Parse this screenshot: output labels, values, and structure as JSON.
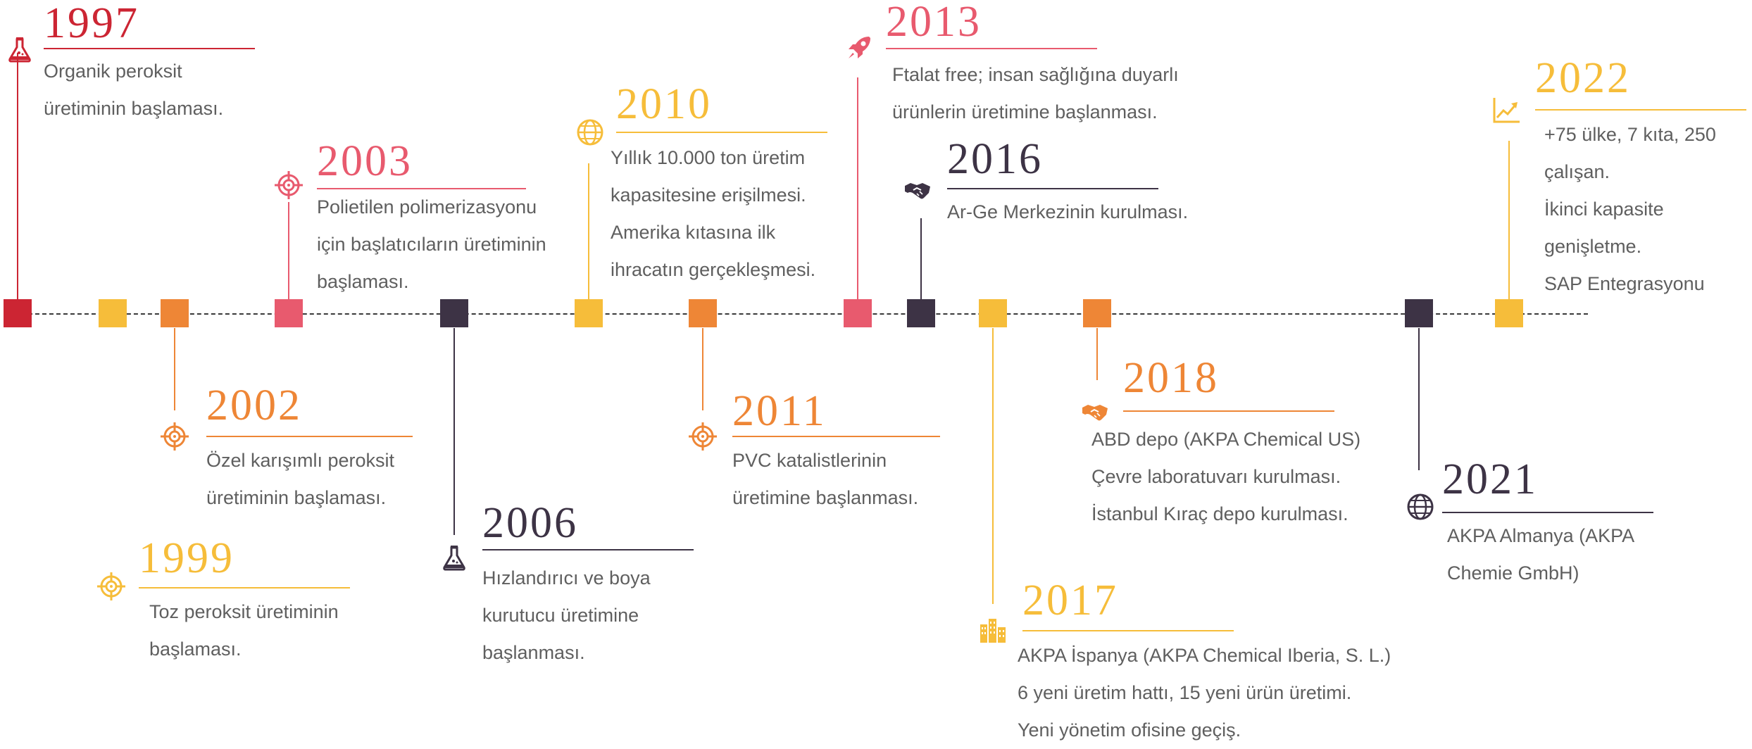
{
  "colors": {
    "red": "#cc2533",
    "pink": "#e85a6e",
    "orange": "#ee8636",
    "yellow": "#f6bd3a",
    "dark": "#3d3345",
    "line": "#3a3a3a",
    "text": "#5f5f5f"
  },
  "events": [
    {
      "year": "1997",
      "text": "Organik peroksit\nüretiminin başlaması.",
      "color": "red",
      "icon": "flask-icon",
      "side": "top"
    },
    {
      "year": "1999",
      "text": "Toz peroksit üretiminin\nbaşlaması.",
      "color": "yellow",
      "icon": "target-icon",
      "side": "bottom"
    },
    {
      "year": "2002",
      "text": "Özel karışımlı peroksit\nüretiminin başlaması.",
      "color": "orange",
      "icon": "target-icon",
      "side": "bottom"
    },
    {
      "year": "2003",
      "text": "Polietilen polimerizasyonu\niçin başlatıcıların üretiminin\nbaşlaması.",
      "color": "pink",
      "icon": "target-icon",
      "side": "top"
    },
    {
      "year": "2006",
      "text": "Hızlandırıcı ve boya\nkurutucu üretimine\nbaşlanması.",
      "color": "dark",
      "icon": "flask-icon",
      "side": "bottom"
    },
    {
      "year": "2010",
      "text": "Yıllık 10.000 ton üretim\nkapasitesine erişilmesi.\nAmerika kıtasına ilk\nihracatın gerçekleşmesi.",
      "color": "yellow",
      "icon": "globe-icon",
      "side": "top"
    },
    {
      "year": "2011",
      "text": "PVC katalistlerinin\nüretimine başlanması.",
      "color": "orange",
      "icon": "target-icon",
      "side": "bottom"
    },
    {
      "year": "2013",
      "text": "Ftalat free; insan sağlığına duyarlı\nürünlerin üretimine başlanması.",
      "color": "pink",
      "icon": "rocket-icon",
      "side": "top"
    },
    {
      "year": "2016",
      "text": "Ar-Ge Merkezinin kurulması.",
      "color": "dark",
      "icon": "handshake-icon",
      "side": "top"
    },
    {
      "year": "2017",
      "text": "AKPA İspanya (AKPA Chemical Iberia, S. L.)\n6 yeni üretim hattı, 15 yeni ürün üretimi.\nYeni yönetim ofisine geçiş.",
      "color": "yellow",
      "icon": "buildings-icon",
      "side": "bottom"
    },
    {
      "year": "2018",
      "text": "ABD depo (AKPA Chemical US)\nÇevre laboratuvarı kurulması.\nİstanbul Kıraç depo kurulması.",
      "color": "orange",
      "icon": "handshake-icon",
      "side": "bottom"
    },
    {
      "year": "2021",
      "text": "AKPA Almanya (AKPA\nChemie GmbH)",
      "color": "dark",
      "icon": "globe-icon",
      "side": "bottom"
    },
    {
      "year": "2022",
      "text": "+75 ülke, 7 kıta, 250\nçalışan.\nİkinci kapasite\ngenişletme.\nSAP Entegrasyonu",
      "color": "yellow",
      "icon": "chart-up-icon",
      "side": "top"
    }
  ]
}
